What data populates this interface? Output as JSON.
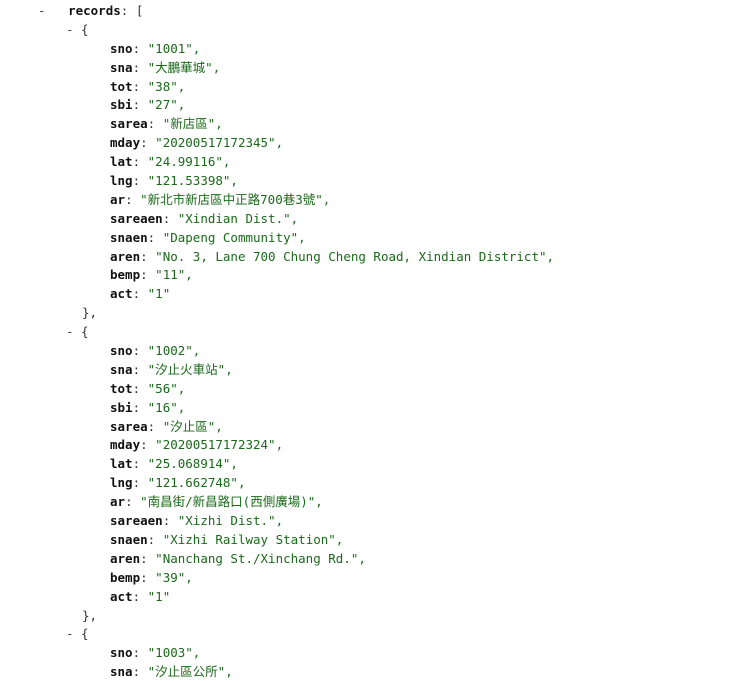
{
  "toggle_symbol": "-",
  "root_key": "records",
  "open_array": "[",
  "open_object": "{",
  "close_object": "},",
  "records": [
    {
      "fields": [
        {
          "key": "sno",
          "value": "\"1001\","
        },
        {
          "key": "sna",
          "value": "\"大鵬華城\","
        },
        {
          "key": "tot",
          "value": "\"38\","
        },
        {
          "key": "sbi",
          "value": "\"27\","
        },
        {
          "key": "sarea",
          "value": "\"新店區\","
        },
        {
          "key": "mday",
          "value": "\"20200517172345\","
        },
        {
          "key": "lat",
          "value": "\"24.99116\","
        },
        {
          "key": "lng",
          "value": "\"121.53398\","
        },
        {
          "key": "ar",
          "value": "\"新北市新店區中正路700巷3號\","
        },
        {
          "key": "sareaen",
          "value": "\"Xindian Dist.\","
        },
        {
          "key": "snaen",
          "value": "\"Dapeng Community\","
        },
        {
          "key": "aren",
          "value": "\"No. 3, Lane 700 Chung Cheng Road, Xindian District\","
        },
        {
          "key": "bemp",
          "value": "\"11\","
        },
        {
          "key": "act",
          "value": "\"1\""
        }
      ],
      "closed": true
    },
    {
      "fields": [
        {
          "key": "sno",
          "value": "\"1002\","
        },
        {
          "key": "sna",
          "value": "\"汐止火車站\","
        },
        {
          "key": "tot",
          "value": "\"56\","
        },
        {
          "key": "sbi",
          "value": "\"16\","
        },
        {
          "key": "sarea",
          "value": "\"汐止區\","
        },
        {
          "key": "mday",
          "value": "\"20200517172324\","
        },
        {
          "key": "lat",
          "value": "\"25.068914\","
        },
        {
          "key": "lng",
          "value": "\"121.662748\","
        },
        {
          "key": "ar",
          "value": "\"南昌街/新昌路口(西側廣場)\","
        },
        {
          "key": "sareaen",
          "value": "\"Xizhi Dist.\","
        },
        {
          "key": "snaen",
          "value": "\"Xizhi Railway Station\","
        },
        {
          "key": "aren",
          "value": "\"Nanchang St./Xinchang Rd.\","
        },
        {
          "key": "bemp",
          "value": "\"39\","
        },
        {
          "key": "act",
          "value": "\"1\""
        }
      ],
      "closed": true
    },
    {
      "fields": [
        {
          "key": "sno",
          "value": "\"1003\","
        },
        {
          "key": "sna",
          "value": "\"汐止區公所\","
        }
      ],
      "closed": false
    }
  ]
}
